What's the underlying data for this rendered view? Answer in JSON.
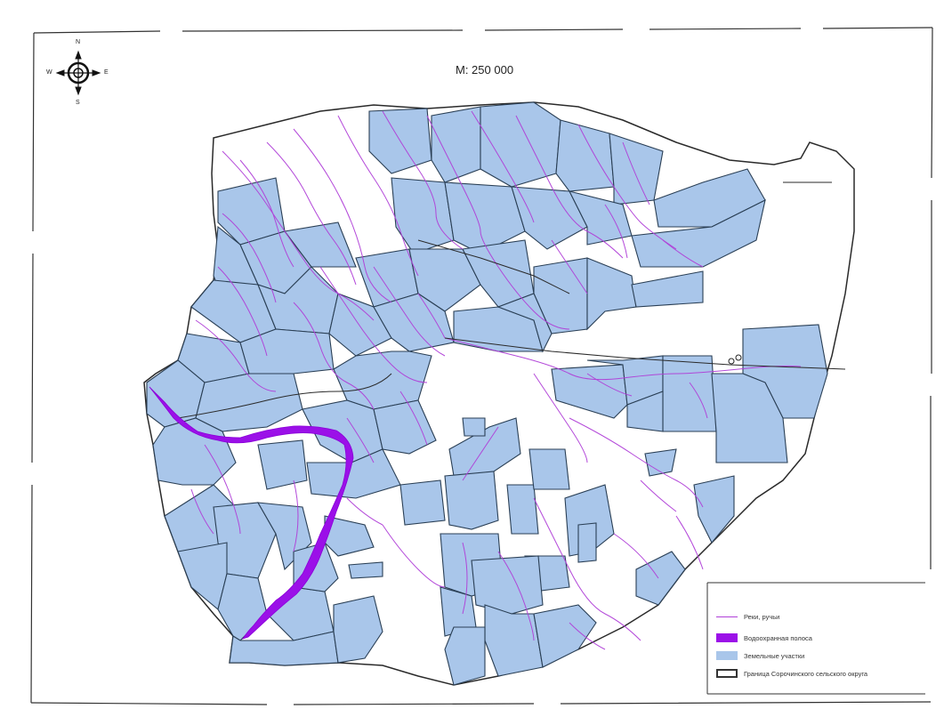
{
  "map": {
    "scale_label": "М: 250 000",
    "compass": {
      "north": "N",
      "south": "S",
      "west": "W",
      "east": "E"
    },
    "legend": [
      {
        "label": "Реки, ручьи",
        "symbol": "line",
        "color": "#b040d8"
      },
      {
        "label": "Водоохранная полоса",
        "symbol": "fill",
        "color": "#9b10e8"
      },
      {
        "label": "Земельные участки",
        "symbol": "fill",
        "color": "#a9c6ea"
      },
      {
        "label": "Граница Сорочинского сельского округа",
        "symbol": "outline",
        "color": "#333333"
      }
    ],
    "colors": {
      "parcel_fill": "#a9c6ea",
      "parcel_stroke": "#2a3f55",
      "river": "#b040d8",
      "protection_strip": "#9b10e8",
      "boundary": "#2a2a2a"
    }
  }
}
